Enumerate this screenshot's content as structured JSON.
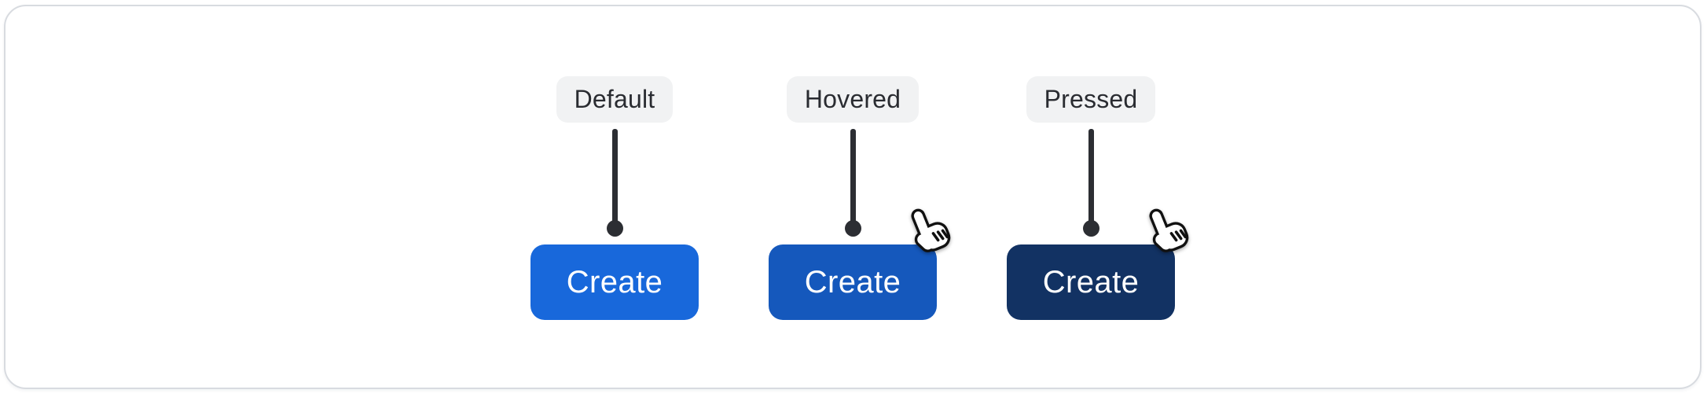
{
  "states": [
    {
      "id": "default",
      "label": "Default",
      "button_label": "Create",
      "button_color": "#1868DB",
      "cursor_visible": false
    },
    {
      "id": "hovered",
      "label": "Hovered",
      "button_label": "Create",
      "button_color": "#1558BC",
      "cursor_visible": true
    },
    {
      "id": "pressed",
      "label": "Pressed",
      "button_label": "Create",
      "button_color": "#123263",
      "cursor_visible": true
    }
  ],
  "colors": {
    "card_background": "#FFFFFF",
    "card_border": "#D8DBE0",
    "pill_background": "#F1F2F3",
    "pill_text": "#2A2C31",
    "connector": "#2C2E33",
    "button_text": "#FFFFFF"
  },
  "icons": {
    "cursor": "pointer-hand-icon"
  }
}
